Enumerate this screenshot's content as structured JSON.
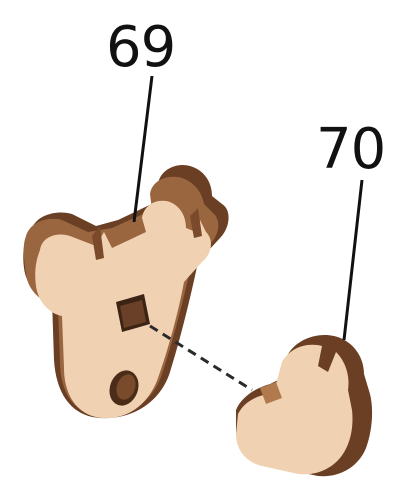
{
  "callouts": [
    {
      "id": "part-69",
      "label": "69"
    },
    {
      "id": "part-70",
      "label": "70"
    }
  ],
  "colors": {
    "wood_face": "#f0d2b3",
    "wood_face_light": "#f6dec6",
    "wood_edge_dark": "#5a3420",
    "wood_edge_mid": "#8b5a36",
    "wood_edge_light": "#b07a4c",
    "leader_line": "#111111",
    "assembly_line": "#2a2a2a"
  }
}
